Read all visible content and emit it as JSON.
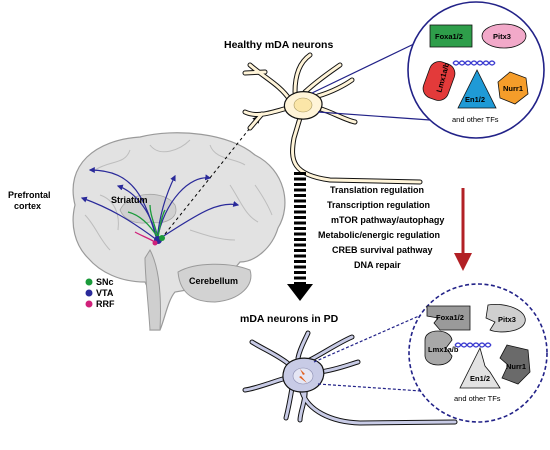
{
  "headings": {
    "healthy": "Healthy mDA neurons",
    "pd": "mDA neurons in PD"
  },
  "brain_labels": {
    "prefrontal_1": "Prefrontal",
    "prefrontal_2": "cortex",
    "striatum": "Striatum",
    "cerebellum": "Cerebellum"
  },
  "legend": [
    {
      "label": "SNc",
      "color": "#1a9a3a"
    },
    {
      "label": "VTA",
      "color": "#2a2a9a"
    },
    {
      "label": "RRF",
      "color": "#d0207a"
    }
  ],
  "processes": [
    "Translation regulation",
    "Transcription regulation",
    "mTOR pathway/autophagy",
    "Metabolic/energic regulation",
    "CREB survival pathway",
    "DNA repair"
  ],
  "tfs_healthy": {
    "foxa": "Foxa1/2",
    "pitx": "Pitx3",
    "lmx": "Lmx1a/b",
    "en": "En1/2",
    "nurr": "Nurr1",
    "other": "and other TFs"
  },
  "tfs_pd": {
    "foxa": "Foxa1/2",
    "pitx": "Pitx3",
    "lmx": "Lmx1a/b",
    "en": "En1/2",
    "nurr": "Nurr1",
    "other": "and other TFs"
  },
  "colors": {
    "neuron_healthy": "#fff4d8",
    "neuron_pd": "#c8cbe6",
    "circle_border": "#222288",
    "foxa": "#2e9e4a",
    "pitx": "#f2a9c9",
    "lmx": "#e33a3a",
    "en": "#1f9ad6",
    "nurr": "#f59d2a",
    "arrow_red": "#b22025",
    "dna": "#3a3ad0"
  }
}
